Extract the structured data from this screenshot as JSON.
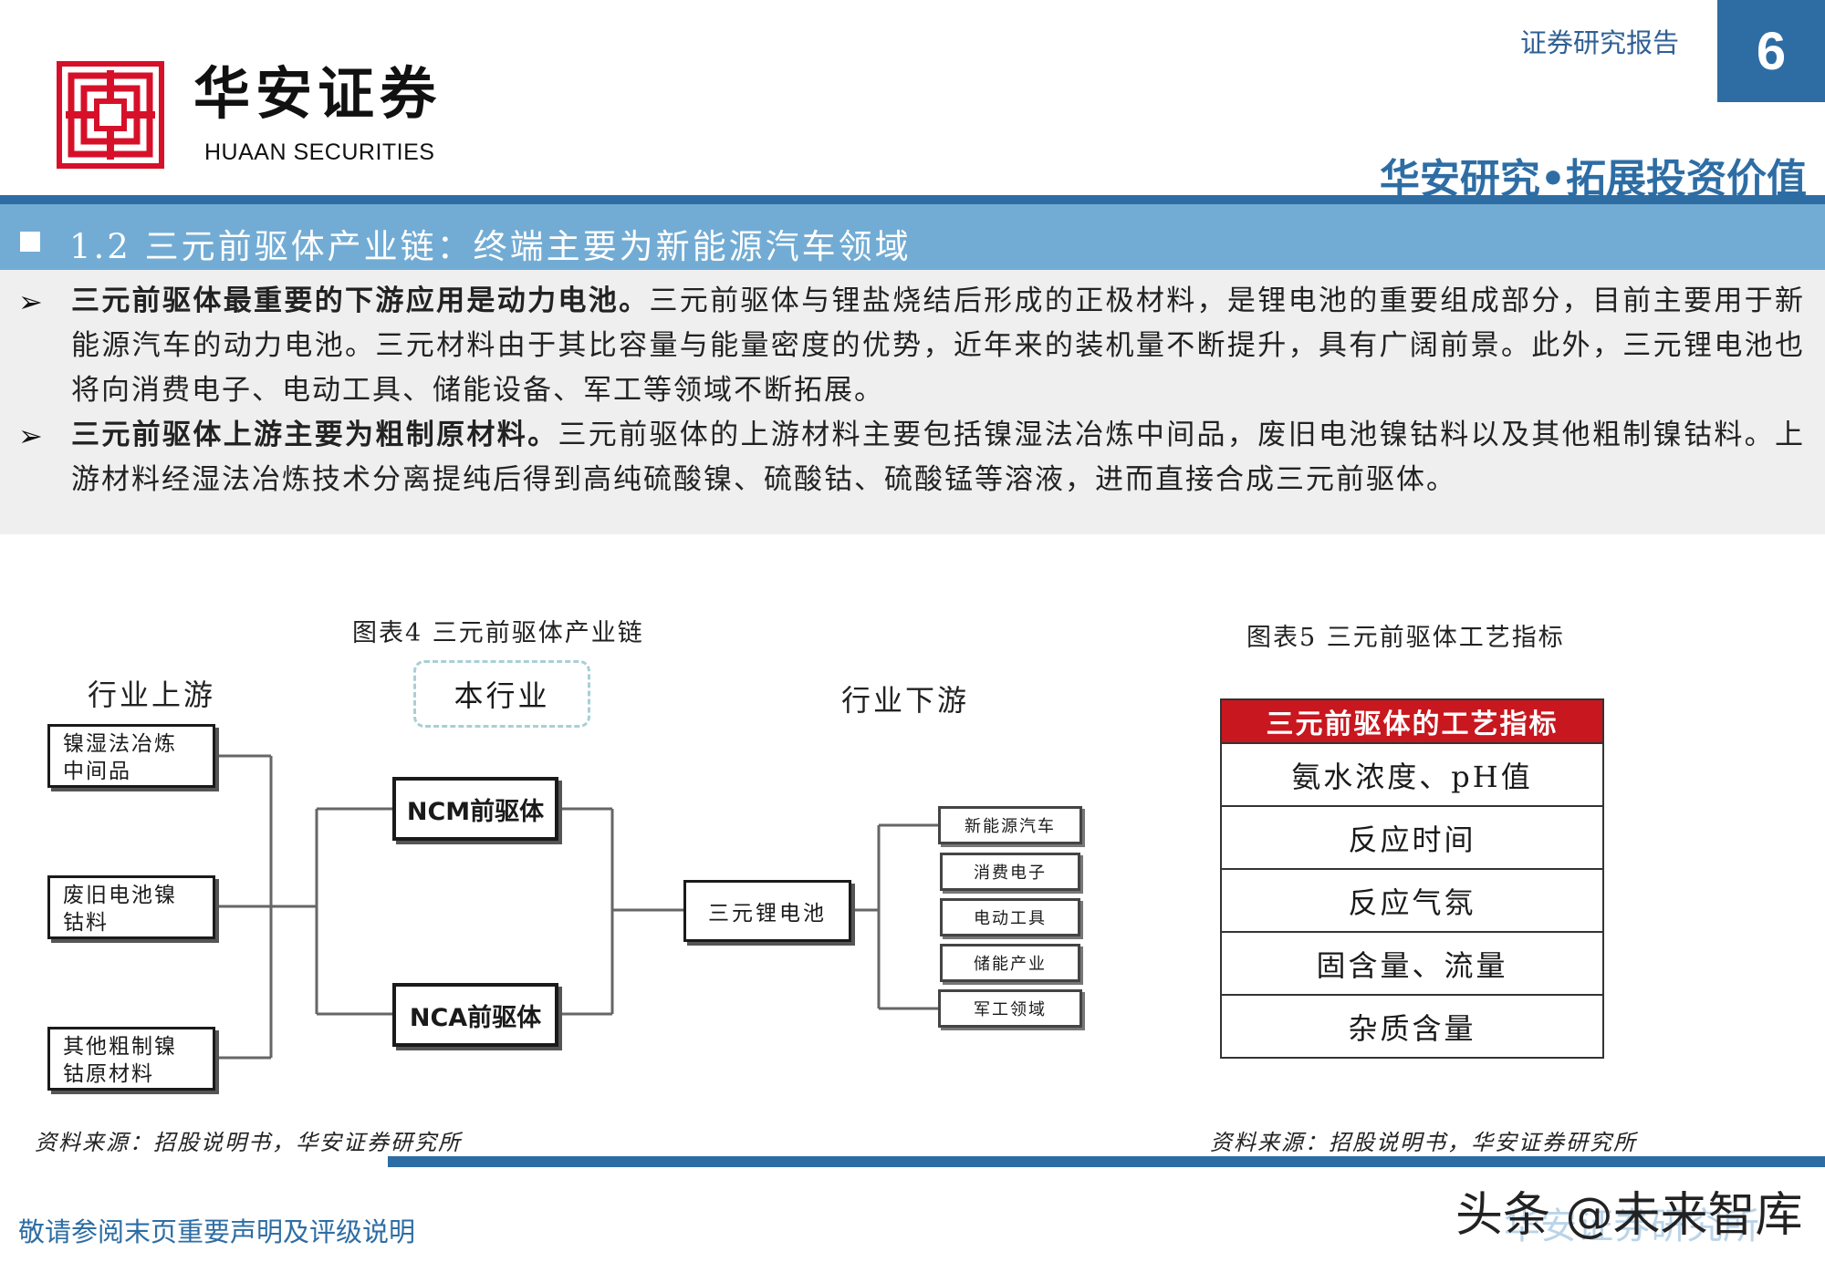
{
  "header": {
    "logo_cn": "华安证券",
    "logo_en": "HUAAN SECURITIES",
    "report_type": "证券研究报告",
    "page_number": "6",
    "slogan": "华安研究•拓展投资价值"
  },
  "section": {
    "title": "1.2 三元前驱体产业链：终端主要为新能源汽车领域"
  },
  "bullets": [
    {
      "bold": "三元前驱体最重要的下游应用是动力电池。",
      "text": "三元前驱体与锂盐烧结后形成的正极材料，是锂电池的重要组成部分，目前主要用于新能源汽车的动力电池。三元材料由于其比容量与能量密度的优势，近年来的装机量不断提升，具有广阔前景。此外，三元锂电池也将向消费电子、电动工具、储能设备、军工等领域不断拓展。"
    },
    {
      "bold": "三元前驱体上游主要为粗制原材料。",
      "text": "三元前驱体的上游材料主要包括镍湿法冶炼中间品，废旧电池镍钴料以及其他粗制镍钴料。上游材料经湿法冶炼技术分离提纯后得到高纯硫酸镍、硫酸钴、硫酸锰等溶液，进而直接合成三元前驱体。"
    }
  ],
  "figure4": {
    "title": "图表4  三元前驱体产业链",
    "upstream_label": "行业上游",
    "industry_label": "本行业",
    "downstream_label": "行业下游",
    "upstream": [
      "镍湿法冶炼中间品",
      "废旧电池镍钴料",
      "其他粗制镍钴原材料"
    ],
    "upstream_lines": [
      [
        "镍湿法冶炼",
        "中间品"
      ],
      [
        "废旧电池镍",
        "钴料"
      ],
      [
        "其他粗制镍",
        "钴原材料"
      ]
    ],
    "precursors": [
      "NCM前驱体",
      "NCA前驱体"
    ],
    "battery": "三元锂电池",
    "downstream": [
      "新能源汽车",
      "消费电子",
      "电动工具",
      "储能产业",
      "军工领域"
    ],
    "source": "资料来源：招股说明书，华安证券研究所"
  },
  "figure5": {
    "title": "图表5  三元前驱体工艺指标",
    "header": "三元前驱体的工艺指标",
    "rows": [
      "氨水浓度、pH值",
      "反应时间",
      "反应气氛",
      "固含量、流量",
      "杂质含量"
    ],
    "source": "资料来源：招股说明书，华安证券研究所"
  },
  "footer": {
    "disclaimer": "敬请参阅末页重要声明及评级说明",
    "watermark": "头条 @未来智库",
    "watermark_under": "华安证券研究所"
  },
  "colors": {
    "brand_blue": "#2e6da4",
    "section_bar": "#72acd4",
    "table_header_red": "#c8171f",
    "logo_red": "#d7102a"
  }
}
